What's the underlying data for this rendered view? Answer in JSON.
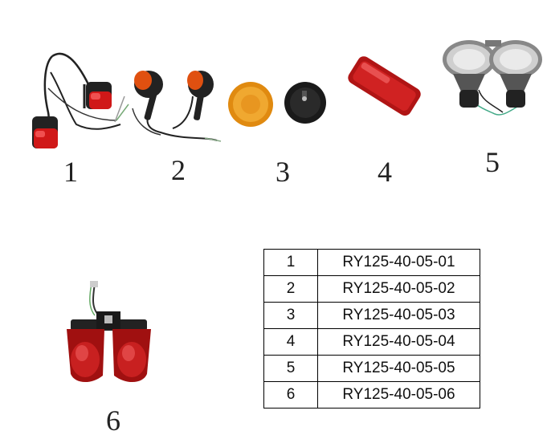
{
  "figure_labels": [
    "1",
    "2",
    "3",
    "4",
    "5",
    "6"
  ],
  "parts_table": {
    "rows": [
      {
        "index": "1",
        "part_no": "RY125-40-05-01"
      },
      {
        "index": "2",
        "part_no": "RY125-40-05-02"
      },
      {
        "index": "3",
        "part_no": "RY125-40-05-03"
      },
      {
        "index": "4",
        "part_no": "RY125-40-05-04"
      },
      {
        "index": "5",
        "part_no": "RY125-40-05-05"
      },
      {
        "index": "6",
        "part_no": "RY125-40-05-06"
      }
    ]
  },
  "icons": [
    "rear-turn-signal-pair-icon",
    "front-turn-signal-pair-icon",
    "round-reflector-icon",
    "rectangular-reflector-icon",
    "headlight-pair-icon",
    "tail-light-icon"
  ]
}
